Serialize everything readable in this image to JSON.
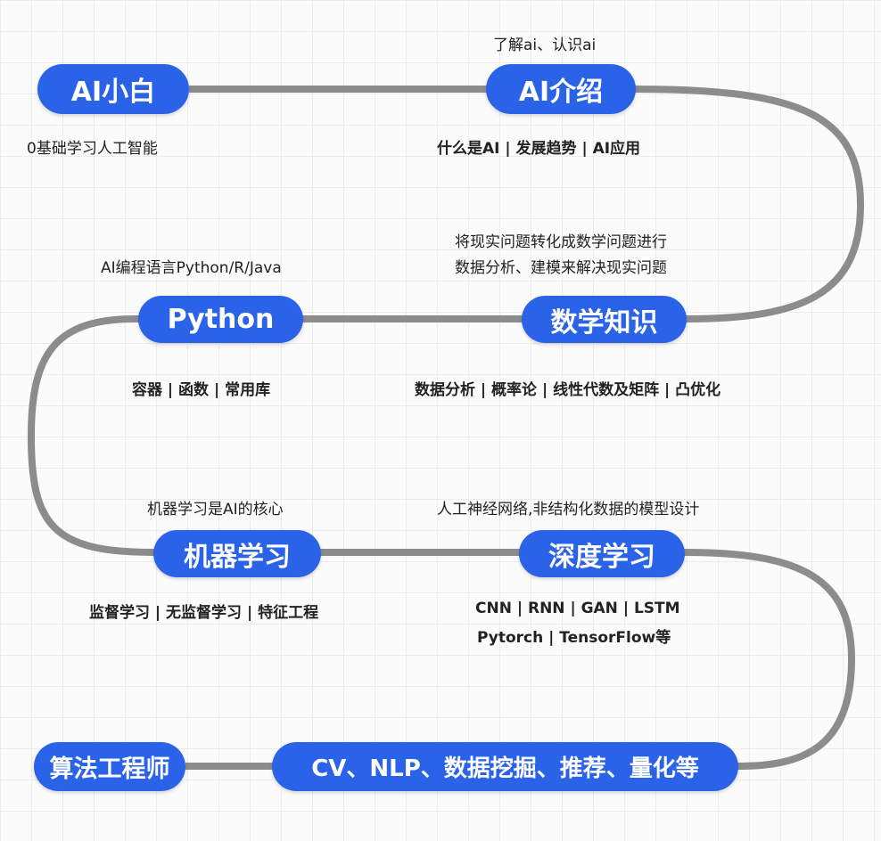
{
  "nodes": [
    {
      "label": "AI小白",
      "note_below": "0基础学习人工智能"
    },
    {
      "label": "AI介绍",
      "note_above": "了解ai、认识ai",
      "note_below": "什么是AI | 发展趋势 | AI应用"
    },
    {
      "label": "数学知识",
      "note_above": [
        "将现实问题转化成数学问题进行",
        "数据分析、建模来解决现实问题"
      ],
      "note_below": "数据分析 | 概率论 | 线性代数及矩阵 | 凸优化"
    },
    {
      "label": "Python",
      "note_above": "AI编程语言Python/R/Java",
      "note_below": "容器 | 函数 | 常用库"
    },
    {
      "label": "机器学习",
      "note_above": "机器学习是AI的核心",
      "note_below": "监督学习 | 无监督学习 | 特征工程"
    },
    {
      "label": "深度学习",
      "note_above": "人工神经网络,非结构化数据的模型设计",
      "note_below": [
        "CNN | RNN | GAN | LSTM",
        "Pytorch | TensorFlow等"
      ]
    },
    {
      "label": "CV、NLP、数据挖掘、推荐、量化等"
    },
    {
      "label": "算法工程师"
    }
  ],
  "colors": {
    "pill": "#2a62e8",
    "path": "#8c8c8c"
  }
}
